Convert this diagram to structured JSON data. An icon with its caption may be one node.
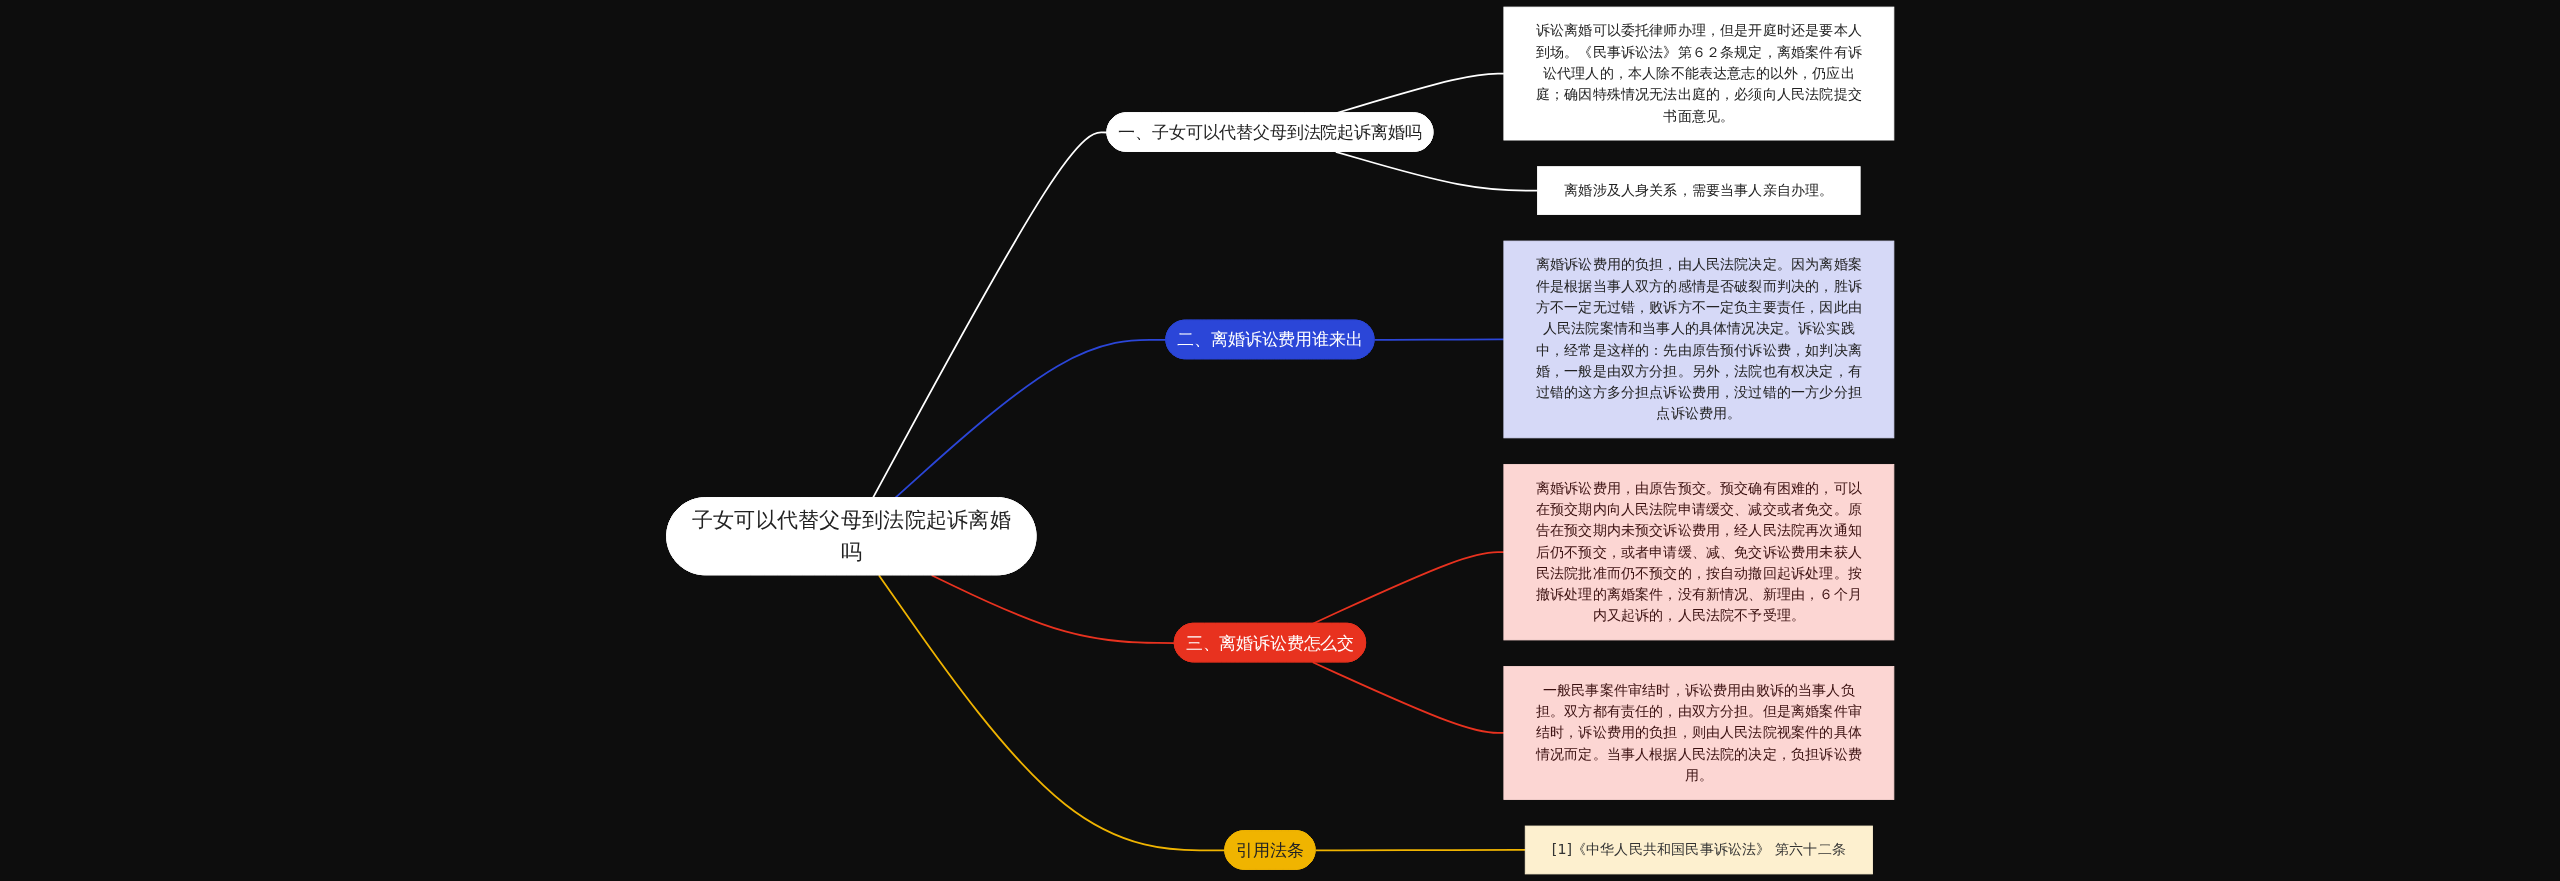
{
  "diagram": {
    "nodes": [
      {
        "text": [
          "子女可以代替父母到法院起诉离婚吗"
        ]
      },
      {
        "text": [
          "一、子女可以代替父母到法院起诉离婚吗"
        ]
      },
      {
        "text": [
          "诉讼离婚可以委托律师办理，但是开庭时还是要本人到场。《民事诉讼法》第６２条规定，离婚案件有诉讼代理人的，本人除不能表达意志的以外，仍应出庭；确因特殊情况无法出庭的，必须向人民法院提交书面意见。"
        ]
      },
      {
        "text": [
          "离婚涉及人身关系，需要当事人亲自办理。"
        ]
      },
      {
        "text": [
          "二、离婚诉讼费用谁来出"
        ]
      },
      {
        "text": [
          "离婚诉讼费用的负担，由人民法院决定。因为离婚案件是根据当事人双方的感情是否破裂而判决的，胜诉方不一定无过错，败诉方不一定负主要责任，因此由人民法院案情和当事人的具体情况决定。诉讼实践中，经常是这样的：先由原告预付诉讼费，如判决离婚，一般是由双方分担。另外，法院也有权决定，有过错的这方多分担点诉讼费用，没过错的一方少分担点诉讼费用。"
        ]
      },
      {
        "text": [
          "三、离婚诉讼费怎么交"
        ]
      },
      {
        "text": [
          "离婚诉讼费用，由原告预交。预交确有困难的，可以在预交期内向人民法院申请缓交、减交或者免交。原告在预交期内未预交诉讼费用，经人民法院再次通知后仍不预交，或者申请缓、减、免交诉讼费用未获人民法院批准而仍不预交的，按自动撤回起诉处理。按撤诉处理的离婚案件，没有新情况、新理由，６个月内又起诉的，人民法院不予受理。"
        ]
      },
      {
        "text": [
          "一般民事案件审结时，诉讼费用由败诉的当事人负担。双方都有责任的，由双方分担。但是离婚案件审结时，诉讼费用的负担，则由人民法院视案件的具体情况而定。当事人根据人民法院的决定，负担诉讼费用。"
        ]
      },
      {
        "text": [
          "引用法条"
        ]
      },
      {
        "text": [
          "[1]《中华人民共和国民事诉讼法》 第六十二条"
        ]
      }
    ],
    "edges": [
      {
        "from": 0,
        "to": 1,
        "arrow": "none",
        "color": "#ffffff"
      },
      {
        "from": 1,
        "to": 2,
        "arrow": "none",
        "color": "#ffffff"
      },
      {
        "from": 1,
        "to": 3,
        "arrow": "none",
        "color": "#ffffff"
      },
      {
        "from": 0,
        "to": 4,
        "arrow": "none",
        "color": "#2b46d8"
      },
      {
        "from": 4,
        "to": 5,
        "arrow": "none",
        "color": "#2b46d8"
      },
      {
        "from": 0,
        "to": 6,
        "arrow": "none",
        "color": "#e8321f"
      },
      {
        "from": 6,
        "to": 7,
        "arrow": "none",
        "color": "#e8321f"
      },
      {
        "from": 6,
        "to": 8,
        "arrow": "none",
        "color": "#e8321f"
      },
      {
        "from": 0,
        "to": 9,
        "arrow": "none",
        "color": "#f0b400"
      },
      {
        "from": 9,
        "to": 10,
        "arrow": "none",
        "color": "#f0b400"
      }
    ]
  }
}
